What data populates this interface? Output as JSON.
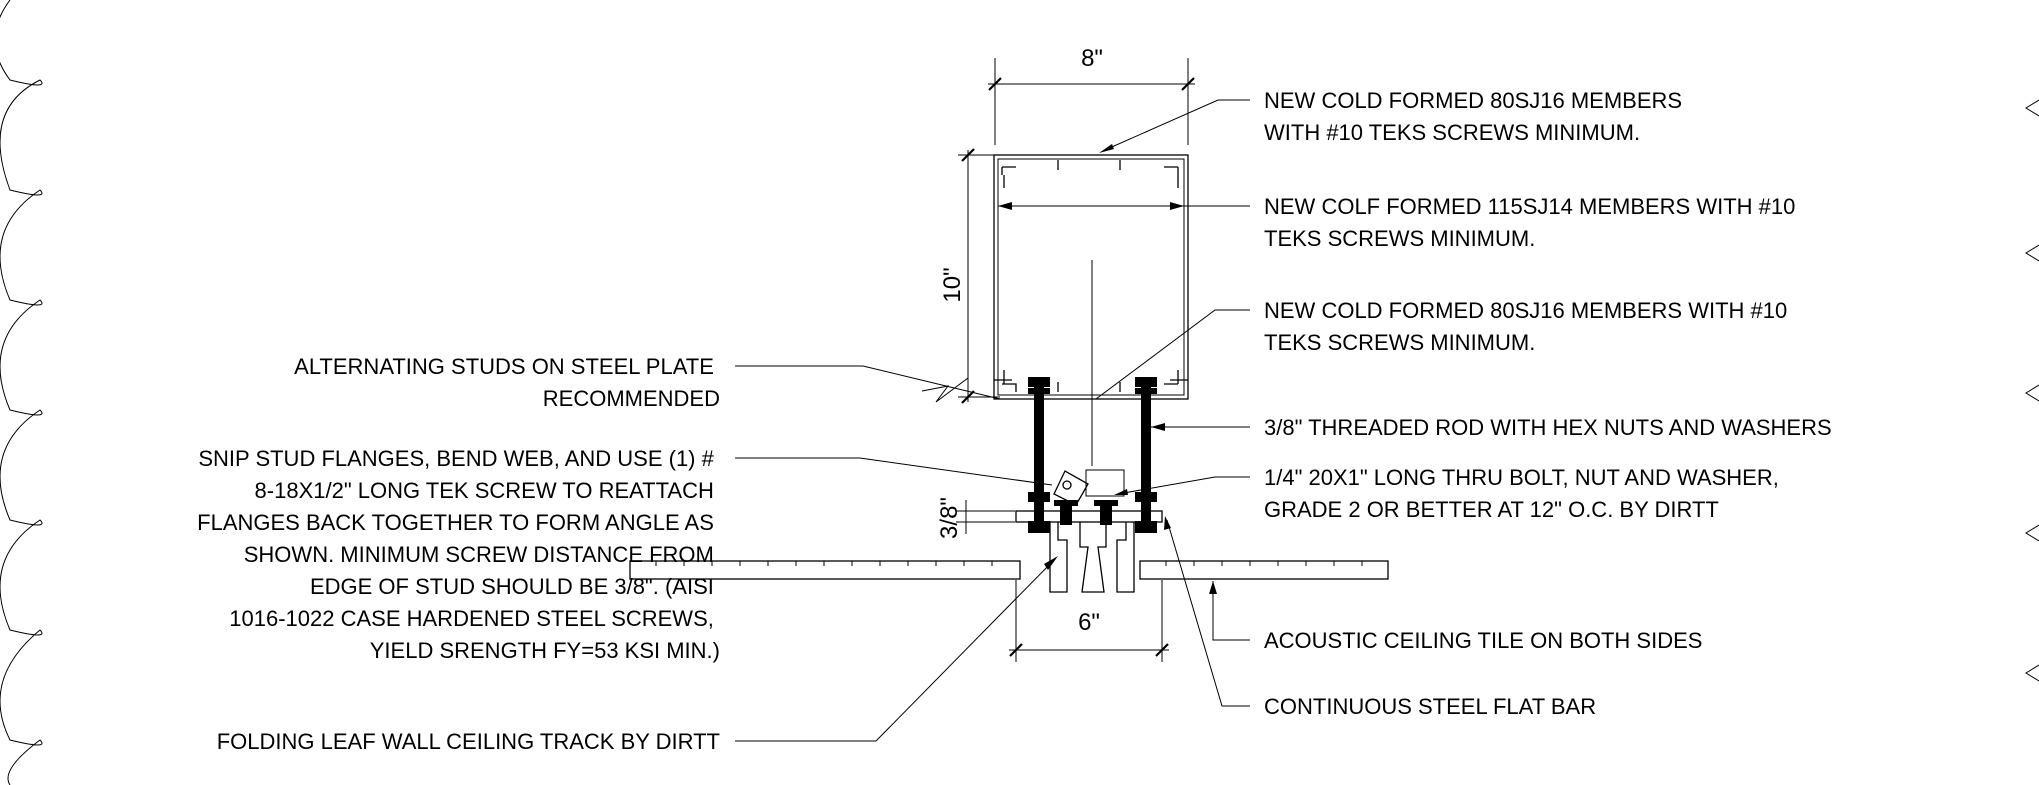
{
  "dimensions": {
    "top_width": "8\"",
    "height": "10\"",
    "plate_thickness": "3/8\"",
    "bottom_width": "6\""
  },
  "notes_right": [
    [
      "NEW COLD FORMED 80SJ16 MEMBERS",
      "WITH #10 TEKS SCREWS MINIMUM."
    ],
    [
      "NEW COLF FORMED 115SJ14 MEMBERS WITH #10",
      "TEKS SCREWS MINIMUM."
    ],
    [
      "NEW COLD FORMED 80SJ16 MEMBERS WITH #10",
      "TEKS SCREWS MINIMUM."
    ],
    [
      "3/8\" THREADED ROD WITH HEX NUTS AND WASHERS"
    ],
    [
      "1/4\" 20X1\" LONG THRU BOLT, NUT AND WASHER,",
      "GRADE 2 OR BETTER AT 12\" O.C. BY DIRTT"
    ],
    [
      "ACOUSTIC CEILING TILE ON BOTH SIDES"
    ],
    [
      "CONTINUOUS STEEL FLAT BAR"
    ]
  ],
  "notes_left": [
    [
      "ALTERNATING STUDS ON STEEL PLATE",
      "RECOMMENDED"
    ],
    [
      "SNIP STUD FLANGES, BEND WEB, AND USE (1) #",
      "8-18X1/2\" LONG TEK SCREW TO REATTACH",
      "FLANGES BACK TOGETHER TO FORM ANGLE AS",
      "SHOWN. MINIMUM SCREW DISTANCE FROM",
      "EDGE OF STUD SHOULD BE 3/8\". (AISI",
      "1016-1022 CASE HARDENED STEEL SCREWS,",
      "YIELD SRENGTH FY=53 KSI MIN.)"
    ],
    [
      "FOLDING LEAF WALL CEILING TRACK BY DIRTT"
    ]
  ]
}
